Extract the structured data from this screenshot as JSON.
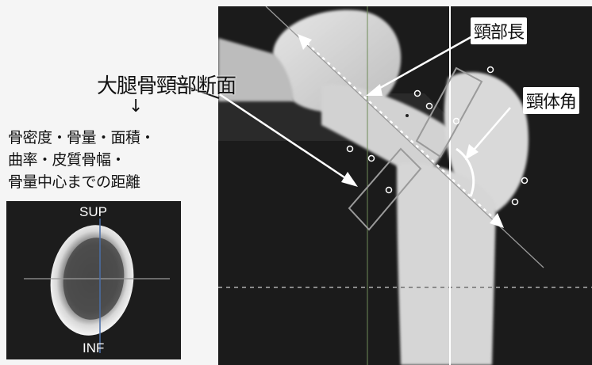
{
  "labels": {
    "cross_section_title": "大腿骨頸部断面",
    "down_arrow": "↓",
    "measurements": [
      "骨密度・骨量・面積・",
      "曲率・皮質骨幅・",
      "骨量中心までの距離"
    ],
    "neck_length": "頸部長",
    "neck_shaft_angle": "頸体角",
    "superior": "SUP",
    "inferior": "INF"
  }
}
